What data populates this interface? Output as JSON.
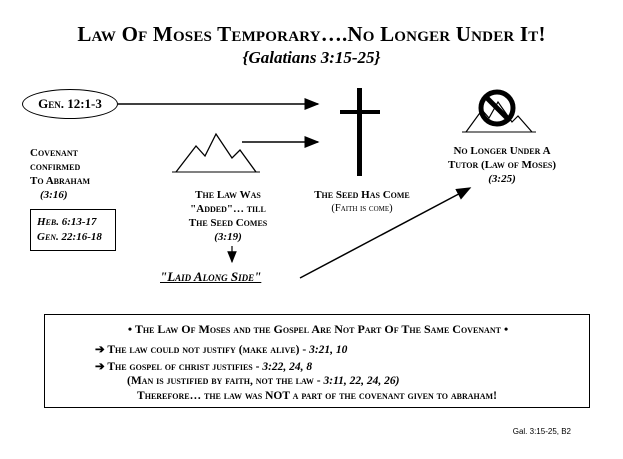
{
  "title": "Law Of Moses Temporary….No Longer Under It!",
  "subtitle": "{Galatians 3:15-25}",
  "genesis_oval": "Gen. 12:1-3",
  "covenant": {
    "line1": "Covenant",
    "line2": "confirmed",
    "line3": "To Abraham",
    "ref": "(3:16)"
  },
  "refbox": {
    "line1": "Heb. 6:13-17",
    "line2": "Gen. 22:16-18"
  },
  "law_added": {
    "line1": "The Law Was",
    "line2": "\"Added\"… till",
    "line3": "The Seed Comes",
    "ref": "(3:19)"
  },
  "laid_along": "\"Laid Along Side\"",
  "seed": {
    "line1": "The Seed Has Come",
    "line2": "(Faith is come)"
  },
  "tutor": {
    "line1": "No Longer Under A",
    "line2": "Tutor (Law of Moses)",
    "ref": "(3:25)"
  },
  "bottom": {
    "heading": "The Law Of Moses and the Gospel Are Not Part Of The Same Covenant",
    "bullet_glyph": "•",
    "arrow_glyph": "➔",
    "point1": "The law could not justify (make alive) - ",
    "point1_ref": "3:21, 10",
    "point2": "The gospel of christ justifies - ",
    "point2_ref": "3:22, 24, 8",
    "point3": "(Man is justified by faith, not the law - ",
    "point3_ref": "3:11, 22, 24, 26)",
    "conclusion": "Therefore… the law was NOT a part of the covenant given to abraham!"
  },
  "footer": "Gal. 3:15-25, B2",
  "icons": {
    "mountain_left": "mountain-icon",
    "cross": "cross-icon",
    "mountain_prohibited": "mountain-prohibited-icon"
  }
}
